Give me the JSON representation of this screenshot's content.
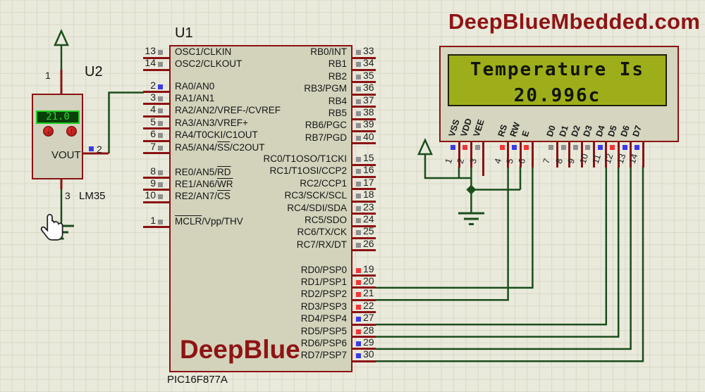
{
  "page_title": "DeepBlueMbedded.com",
  "colors": {
    "brand_red": "#8e1414",
    "wire_green": "#1a4d1a",
    "pin_red": "#8b1212",
    "state_red": "#f23535",
    "state_blue": "#3a3ae8",
    "state_gray": "#8f8f8f",
    "body_fill": "#d3d3bc",
    "lcd_screen": "#9eae1a",
    "lm35_screen": "#0a3f0a",
    "lm35_text": "#2fd42f"
  },
  "icons": {
    "decrease_arrow": "↓",
    "increase_arrow": "↑"
  },
  "pic": {
    "designator": "U1",
    "part_number": "PIC16F877A",
    "brand_text": "DeepBlue",
    "left_pins": [
      {
        "num": "13",
        "name": "OSC1/CLKIN",
        "state": "gray"
      },
      {
        "num": "14",
        "name": "OSC2/CLKOUT",
        "state": "gray"
      },
      {
        "num": "2",
        "name": "RA0/AN0",
        "state": "blue"
      },
      {
        "num": "3",
        "name": "RA1/AN1",
        "state": "gray"
      },
      {
        "num": "4",
        "name": "RA2/AN2/VREF-/CVREF",
        "state": "gray"
      },
      {
        "num": "5",
        "name": "RA3/AN3/VREF+",
        "state": "gray"
      },
      {
        "num": "6",
        "name": "RA4/T0CKI/C1OUT",
        "state": "gray"
      },
      {
        "num": "7",
        "name": "RA5/AN4/SS/C2OUT",
        "overline": "SS",
        "state": "gray"
      },
      {
        "num": "8",
        "name": "RE0/AN5/RD",
        "overline": "RD",
        "state": "gray"
      },
      {
        "num": "9",
        "name": "RE1/AN6/WR",
        "overline": "WR",
        "state": "gray"
      },
      {
        "num": "10",
        "name": "RE2/AN7/CS",
        "overline": "CS",
        "state": "gray"
      },
      {
        "num": "1",
        "name": "MCLR/Vpp/THV",
        "overline": "MCLR",
        "state": "gray"
      }
    ],
    "right_pins": [
      {
        "num": "33",
        "name": "RB0/INT",
        "state": "gray"
      },
      {
        "num": "34",
        "name": "RB1",
        "state": "gray"
      },
      {
        "num": "35",
        "name": "RB2",
        "state": "gray"
      },
      {
        "num": "36",
        "name": "RB3/PGM",
        "state": "gray"
      },
      {
        "num": "37",
        "name": "RB4",
        "state": "gray"
      },
      {
        "num": "38",
        "name": "RB5",
        "state": "gray"
      },
      {
        "num": "39",
        "name": "RB6/PGC",
        "state": "gray"
      },
      {
        "num": "40",
        "name": "RB7/PGD",
        "state": "gray"
      },
      {
        "num": "15",
        "name": "RC0/T1OSO/T1CKI",
        "state": "gray"
      },
      {
        "num": "16",
        "name": "RC1/T1OSI/CCP2",
        "state": "gray"
      },
      {
        "num": "17",
        "name": "RC2/CCP1",
        "state": "gray"
      },
      {
        "num": "18",
        "name": "RC3/SCK/SCL",
        "state": "gray"
      },
      {
        "num": "23",
        "name": "RC4/SDI/SDA",
        "state": "gray"
      },
      {
        "num": "24",
        "name": "RC5/SDO",
        "state": "gray"
      },
      {
        "num": "25",
        "name": "RC6/TX/CK",
        "state": "gray"
      },
      {
        "num": "26",
        "name": "RC7/RX/DT",
        "state": "gray"
      },
      {
        "num": "19",
        "name": "RD0/PSP0",
        "state": "red"
      },
      {
        "num": "20",
        "name": "RD1/PSP1",
        "state": "red"
      },
      {
        "num": "21",
        "name": "RD2/PSP2",
        "state": "red"
      },
      {
        "num": "22",
        "name": "RD3/PSP3",
        "state": "red"
      },
      {
        "num": "27",
        "name": "RD4/PSP4",
        "state": "blue"
      },
      {
        "num": "28",
        "name": "RD5/PSP5",
        "state": "red"
      },
      {
        "num": "29",
        "name": "RD6/PSP6",
        "state": "blue"
      },
      {
        "num": "30",
        "name": "RD7/PSP7",
        "state": "blue"
      }
    ]
  },
  "lm35": {
    "designator": "U2",
    "part_number": "LM35",
    "display_value": "21.0",
    "output_label": "VOUT",
    "pin1_num": "1",
    "pin2_num": "2",
    "pin3_num": "3",
    "pin2_state": "blue"
  },
  "lcd": {
    "line1": "Temperature Is",
    "line2": "20.996c",
    "pins": [
      {
        "num": "1",
        "name": "VSS",
        "state": "blue"
      },
      {
        "num": "2",
        "name": "VDD",
        "state": "red"
      },
      {
        "num": "3",
        "name": "VEE",
        "state": "gray"
      },
      {
        "num": "4",
        "name": "RS",
        "state": "red"
      },
      {
        "num": "5",
        "name": "RW",
        "state": "blue"
      },
      {
        "num": "6",
        "name": "E",
        "state": "red"
      },
      {
        "num": "7",
        "name": "D0",
        "state": "gray"
      },
      {
        "num": "8",
        "name": "D1",
        "state": "gray"
      },
      {
        "num": "9",
        "name": "D2",
        "state": "gray"
      },
      {
        "num": "10",
        "name": "D3",
        "state": "gray"
      },
      {
        "num": "11",
        "name": "D4",
        "state": "blue"
      },
      {
        "num": "12",
        "name": "D5",
        "state": "red"
      },
      {
        "num": "13",
        "name": "D6",
        "state": "blue"
      },
      {
        "num": "14",
        "name": "D7",
        "state": "blue"
      }
    ]
  }
}
